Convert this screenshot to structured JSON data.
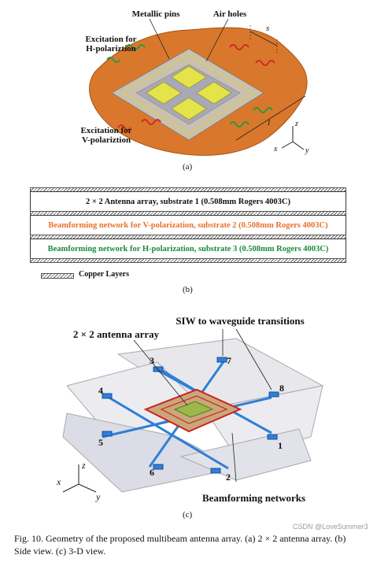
{
  "panel_a": {
    "labels": {
      "metallic_pins": "Metallic pins",
      "air_holes": "Air holes",
      "exc_h": "Excitation for\nH-polariztion",
      "exc_v": "Excitation for\nV-polariztion",
      "s": "s",
      "l": "l",
      "axis_z": "z",
      "axis_x": "x",
      "axis_y": "y"
    },
    "sublabel": "(a)"
  },
  "panel_b": {
    "layers": [
      {
        "text": "2 × 2 Antenna array,  substrate 1 (0.508mm Rogers 4003C)",
        "color": "#111111"
      },
      {
        "text": "Beamforming network for V-polarization,  substrate 2 (0.508mm Rogers 4003C)",
        "color": "#e8702a"
      },
      {
        "text": "Beamforming network for H-polarization,  substrate 3 (0.508mm Rogers 4003C)",
        "color": "#1a8a3a"
      }
    ],
    "legend": "Copper Layers",
    "sublabel": "(b)"
  },
  "panel_c": {
    "labels": {
      "siw": "SIW to waveguide transitions",
      "array": "2 × 2 antenna array",
      "bfn": "Beamforming networks",
      "axis_z": "z",
      "axis_x": "x",
      "axis_y": "y"
    },
    "ports": [
      "1",
      "2",
      "3",
      "4",
      "5",
      "6",
      "7",
      "8"
    ],
    "sublabel": "(c)"
  },
  "caption": "Fig. 10.  Geometry of the proposed multibeam antenna array. (a) 2 × 2 antenna array. (b) Side view. (c) 3-D view.",
  "watermark": "CSDN @LoveSummer3",
  "colors": {
    "substrate": "#d9782c",
    "pads": "#e0e04a",
    "ports_blue": "#2f7fd6",
    "bfn_red": "#d02020"
  }
}
